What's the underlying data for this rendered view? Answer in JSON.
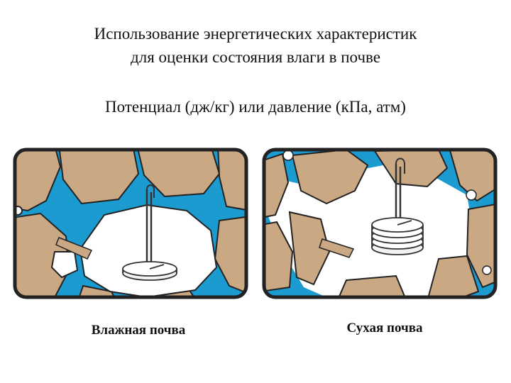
{
  "title": {
    "line1": "Использование энергетических характеристик",
    "line2": "для оценки состояния влаги в почве"
  },
  "subtitle": "Потенциал (дж/кг) или давление (кПа, атм)",
  "panels": [
    {
      "caption": "Влажная почва"
    },
    {
      "caption": "Сухая почва"
    }
  ],
  "colors": {
    "soil": "#C9A883",
    "water": "#1C9BD1",
    "air": "#FFFFFF",
    "outline": "#222222"
  }
}
